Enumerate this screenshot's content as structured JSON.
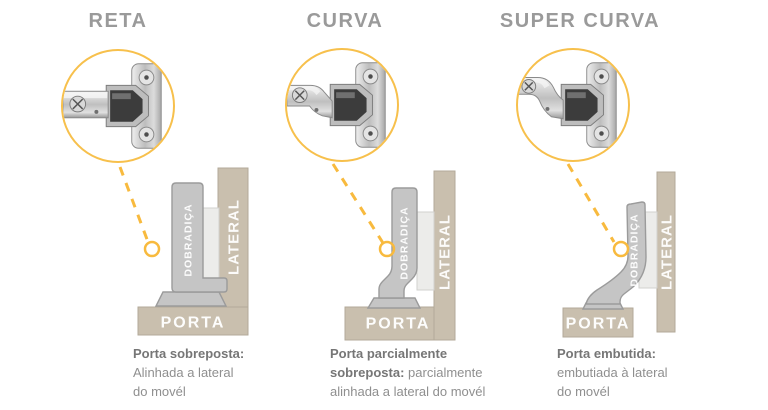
{
  "columns": [
    {
      "title": "RETA",
      "hinge_label": "DOBRADIÇA",
      "side_label": "LATERAL",
      "door_label": "PORTA",
      "caption_bold": "Porta sobreposta:",
      "caption_text": "Alinhada a lateral do movél"
    },
    {
      "title": "CURVA",
      "hinge_label": "DOBRADIÇA",
      "side_label": "LATERAL",
      "door_label": "PORTA",
      "caption_bold": "Porta parcialmente sobreposta:",
      "caption_text": "parcialmente alinhada a lateral do movél"
    },
    {
      "title": "SUPER CURVA",
      "hinge_label": "DOBRADIÇA",
      "side_label": "LATERAL",
      "door_label": "PORTA",
      "caption_bold": "Porta embutida:",
      "caption_text": "embutiada à lateral do movél"
    }
  ],
  "colors": {
    "accent_yellow": "#f8ba3e",
    "panel_tan": "#c9bfae",
    "hinge_gray": "#c5c5c5",
    "title_gray": "#9a9a9a"
  }
}
